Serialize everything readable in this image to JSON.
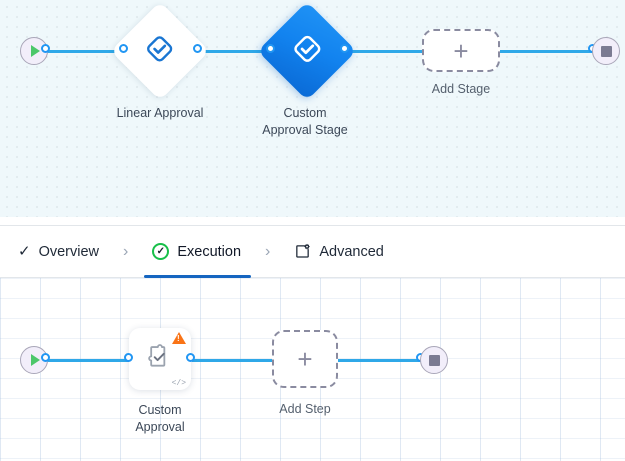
{
  "stage_canvas": {
    "name": "stage-designer-canvas",
    "start_node": {
      "icon": "play-icon",
      "label": "Start"
    },
    "end_node": {
      "icon": "stop-icon",
      "label": "End"
    },
    "nodes": [
      {
        "id": "linear-approval",
        "label": "Linear Approval",
        "icon": "approval-diamond-check-icon",
        "state": "default"
      },
      {
        "id": "custom-approval-stage",
        "label": "Custom\nApproval Stage",
        "icon": "approval-diamond-check-icon",
        "state": "selected"
      }
    ],
    "add_stage": {
      "label": "Add Stage",
      "icon": "plus-icon"
    }
  },
  "tabs": {
    "items": [
      {
        "id": "overview",
        "label": "Overview",
        "icon": "check-icon",
        "active": false
      },
      {
        "id": "execution",
        "label": "Execution",
        "icon": "circle-check-icon",
        "active": true
      },
      {
        "id": "advanced",
        "label": "Advanced",
        "icon": "advanced-settings-icon",
        "active": false
      }
    ],
    "separator": "›"
  },
  "step_canvas": {
    "name": "execution-step-canvas",
    "start_node": {
      "icon": "play-icon",
      "label": "Start"
    },
    "end_node": {
      "icon": "stop-icon",
      "label": "End"
    },
    "nodes": [
      {
        "id": "custom-approval",
        "label": "Custom\nApproval",
        "icon": "puzzle-check-icon",
        "warning": true,
        "code_badge": "</>"
      }
    ],
    "add_step": {
      "label": "Add Step",
      "icon": "plus-icon"
    }
  },
  "colors": {
    "accent_blue": "#2196f3",
    "node_selected": "#1283ef",
    "start_green": "#4cc76a",
    "stop_gray": "#7b7b92",
    "warning_orange": "#f97316",
    "success_green": "#18c04a",
    "active_tab_underline": "#1565c0",
    "stage_canvas_bg": "#eff8fb"
  }
}
